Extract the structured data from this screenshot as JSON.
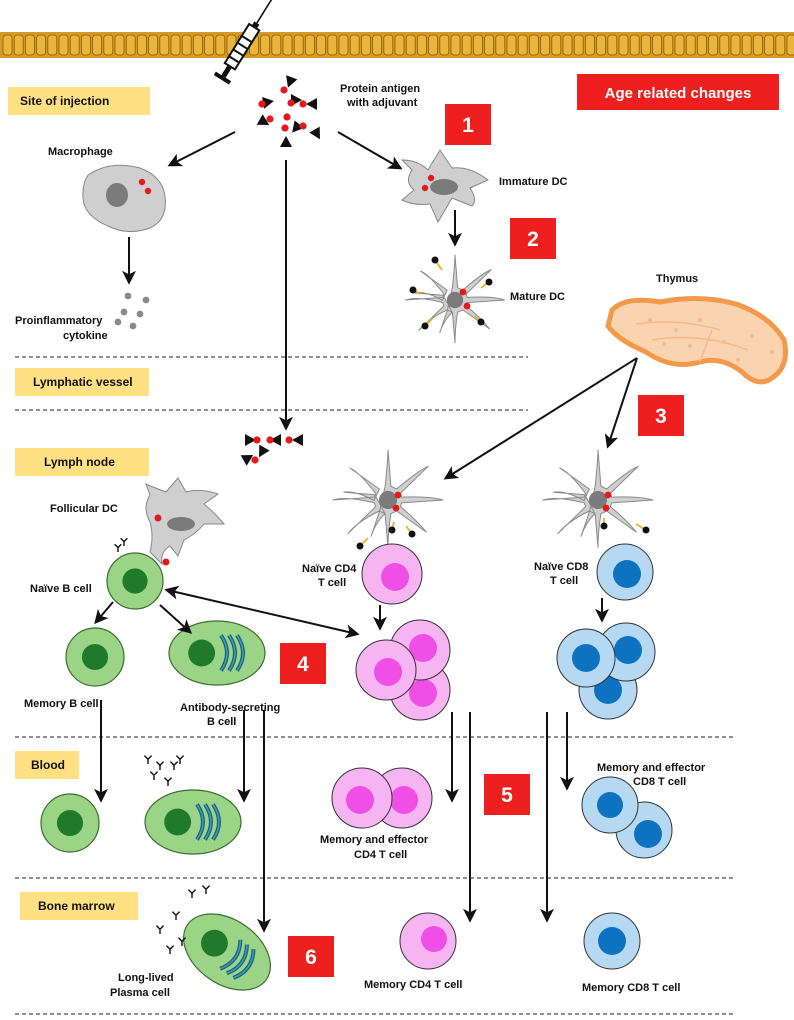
{
  "header": {
    "age_label": "Age related changes"
  },
  "sections": {
    "injection": "Site of injection",
    "lymphatic": "Lymphatic vessel",
    "lymph_node": "Lymph node",
    "blood": "Blood",
    "bone_marrow": "Bone marrow"
  },
  "steps": [
    "1",
    "2",
    "3",
    "4",
    "5",
    "6"
  ],
  "labels": {
    "antigen": [
      "Protein antigen",
      "with adjuvant"
    ],
    "macrophage": "Macrophage",
    "cytokine": [
      "Proinflammatory",
      "cytokine"
    ],
    "immature_dc": "Immature DC",
    "mature_dc": "Mature DC",
    "thymus": "Thymus",
    "follicular_dc": "Follicular DC",
    "naive_b": "Naïve B cell",
    "naive_cd4": [
      "Naïve CD4",
      "T cell"
    ],
    "naive_cd8": [
      "Naïve CD8",
      "T cell"
    ],
    "memory_b": "Memory B cell",
    "antibody_b": [
      "Antibody-secreting",
      "B cell"
    ],
    "mem_eff_cd4": [
      "Memory and effector",
      "CD4 T cell"
    ],
    "mem_eff_cd8": [
      "Memory and effector",
      "CD8 T cell"
    ],
    "plasma": [
      "Long-lived",
      "Plasma cell"
    ],
    "memory_cd4": "Memory CD4 T cell",
    "memory_cd8": "Memory CD8 T cell"
  },
  "colors": {
    "epithelium": "#e9b53b",
    "section_bg": "#ffe083",
    "step_red": "#ee1f1f",
    "b_cell": "#9bd487",
    "b_nucleus": "#1f7a2a",
    "cd4_cell": "#f6b4f2",
    "cd4_nucleus": "#ef4fe6",
    "cd8_cell": "#b5d9f2",
    "cd8_nucleus": "#0d72c0",
    "dc_gray": "#cfcfcf",
    "thymus": "#f7a760"
  }
}
